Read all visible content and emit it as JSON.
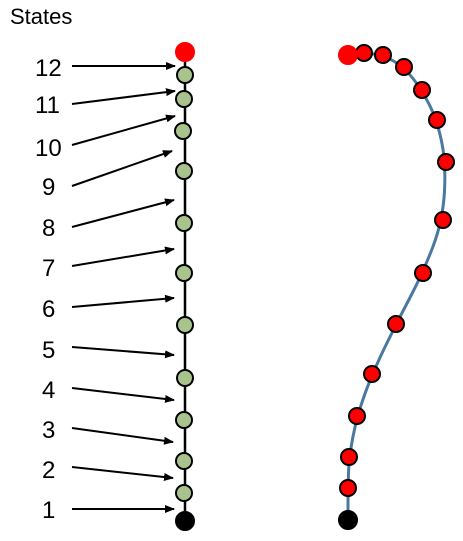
{
  "title": "States",
  "state_labels": [
    "12",
    "11",
    "10",
    "9",
    "8",
    "7",
    "6",
    "5",
    "4",
    "3",
    "2",
    "1"
  ],
  "colors": {
    "base": "#000000",
    "chain_node": "#a9c38c",
    "top_node": "#ff0000",
    "curve": "#4a78a0",
    "curve_node": "#ff0000",
    "stroke": "#000000",
    "arrow": "#000000"
  }
}
